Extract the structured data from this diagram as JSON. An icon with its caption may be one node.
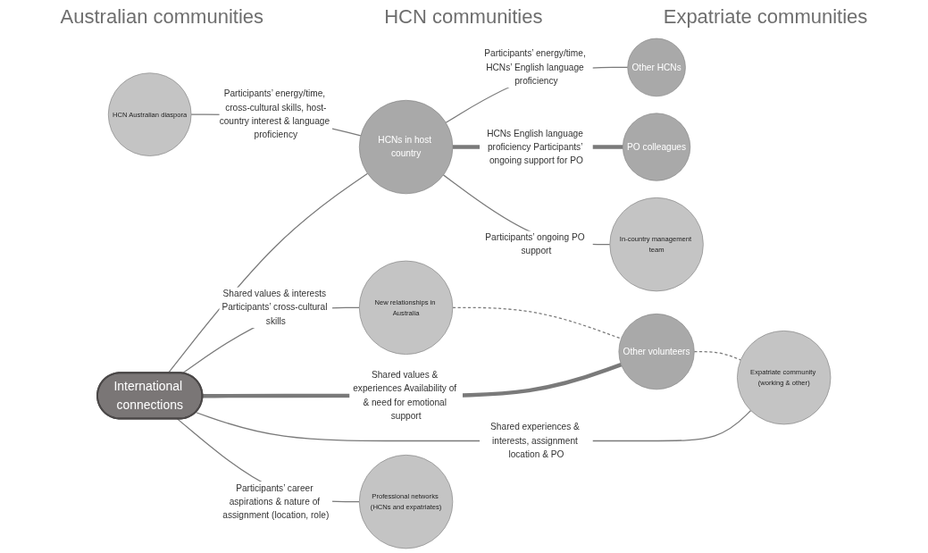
{
  "diagram": {
    "nodes": [
      {
        "text": [
          "International connections"
        ]
      },
      {
        "text": [
          "HCNs in host country"
        ]
      },
      {
        "text": [
          "Other HCNs"
        ]
      },
      {
        "text": [
          "PO colleagues"
        ]
      },
      {
        "text": [
          "In-country management team"
        ]
      },
      {
        "text": [
          "HCN Australian diaspora"
        ]
      },
      {
        "text": [
          "New relationships in Australia"
        ]
      },
      {
        "text": [
          "Other volunteers"
        ]
      },
      {
        "text": [
          "Expatriate community (working & other)"
        ]
      },
      {
        "text": [
          "Professional networks (HCNs and expatriates)"
        ]
      }
    ],
    "edges": [
      {
        "from": 0,
        "to": 1,
        "arrow": "none"
      },
      {
        "from": 5,
        "to": 1,
        "arrow": "none",
        "label": "Participants’ energy/time, cross-cultural skills, host-country interest & language proficiency"
      },
      {
        "from": 1,
        "to": 2,
        "arrow": "none",
        "label": "Participants’ energy/time, HCNs’ English language proficiency"
      },
      {
        "from": 1,
        "to": 3,
        "arrow": "none",
        "style": "thick",
        "label": "HCNs English language proficiency Participants’ ongoing support for PO"
      },
      {
        "from": 1,
        "to": 4,
        "arrow": "none",
        "label": "Participants’ ongoing PO support"
      },
      {
        "from": 0,
        "to": 6,
        "arrow": "none",
        "label": "Shared values & interests Participants’ cross-cultural skills"
      },
      {
        "from": 0,
        "to": 7,
        "arrow": "none",
        "style": "thick",
        "label": "Shared values & experiences Availability of & need for emotional support"
      },
      {
        "from": 0,
        "to": 8,
        "arrow": "none",
        "label": "Shared experiences & interests, assignment location & PO"
      },
      {
        "from": 0,
        "to": 9,
        "arrow": "none",
        "label": "Participants’ career aspirations & nature of assignment (location, role)"
      },
      {
        "from": 6,
        "to": 7,
        "arrow": "none",
        "style": "dashed"
      },
      {
        "from": 7,
        "to": 8,
        "arrow": "none",
        "style": "dashed"
      }
    ],
    "labels": [
      "Australian communities",
      "HCN communities",
      "Expatriate communities"
    ]
  }
}
